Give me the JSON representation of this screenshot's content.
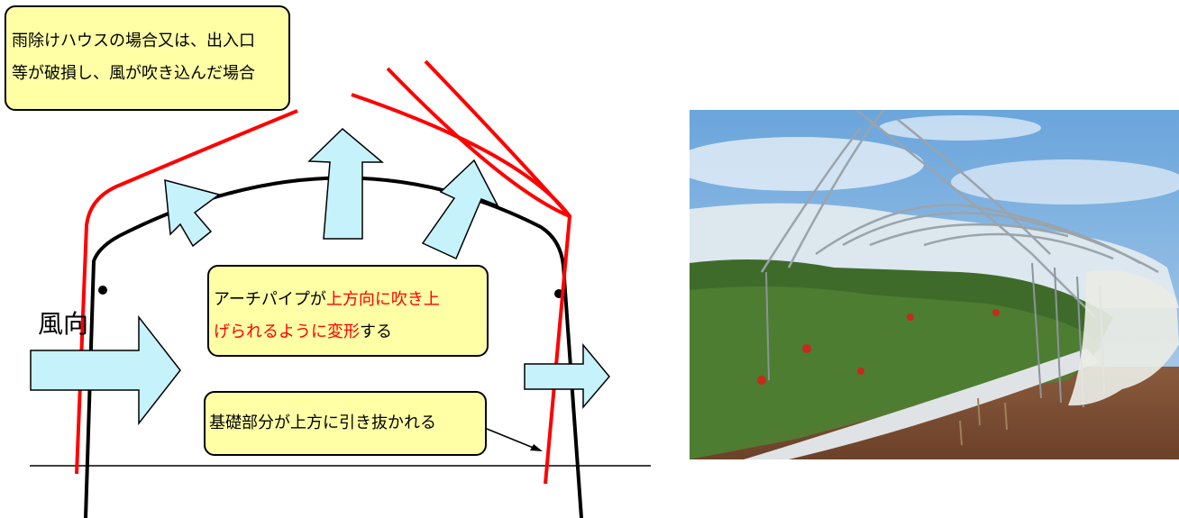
{
  "diagram": {
    "rain_callout": {
      "line1": "雨除けハウスの場合又は、出入口",
      "line2": "等が破損し、風が吹き込んだ場合"
    },
    "arch_callout": {
      "line1_black": "アーチパイプが",
      "line1_red": "上方向に吹き上",
      "line2_red": "げられるように変形",
      "line2_black": "する"
    },
    "base_callout": "基礎部分が上方に引き抜かれる",
    "wind_label": "風向",
    "colors": {
      "deformed_pipe": "#ff0000",
      "original_pipe": "#000000",
      "arrow_fill": "#c6f2fb",
      "callout_fill": "#ffffa6",
      "emphasis_text": "#ff0000"
    },
    "icons": [
      "wind-arrow",
      "uplift-arrow"
    ]
  },
  "photo": {
    "subject": "greenhouse-with-deformed-arch-pipes"
  }
}
